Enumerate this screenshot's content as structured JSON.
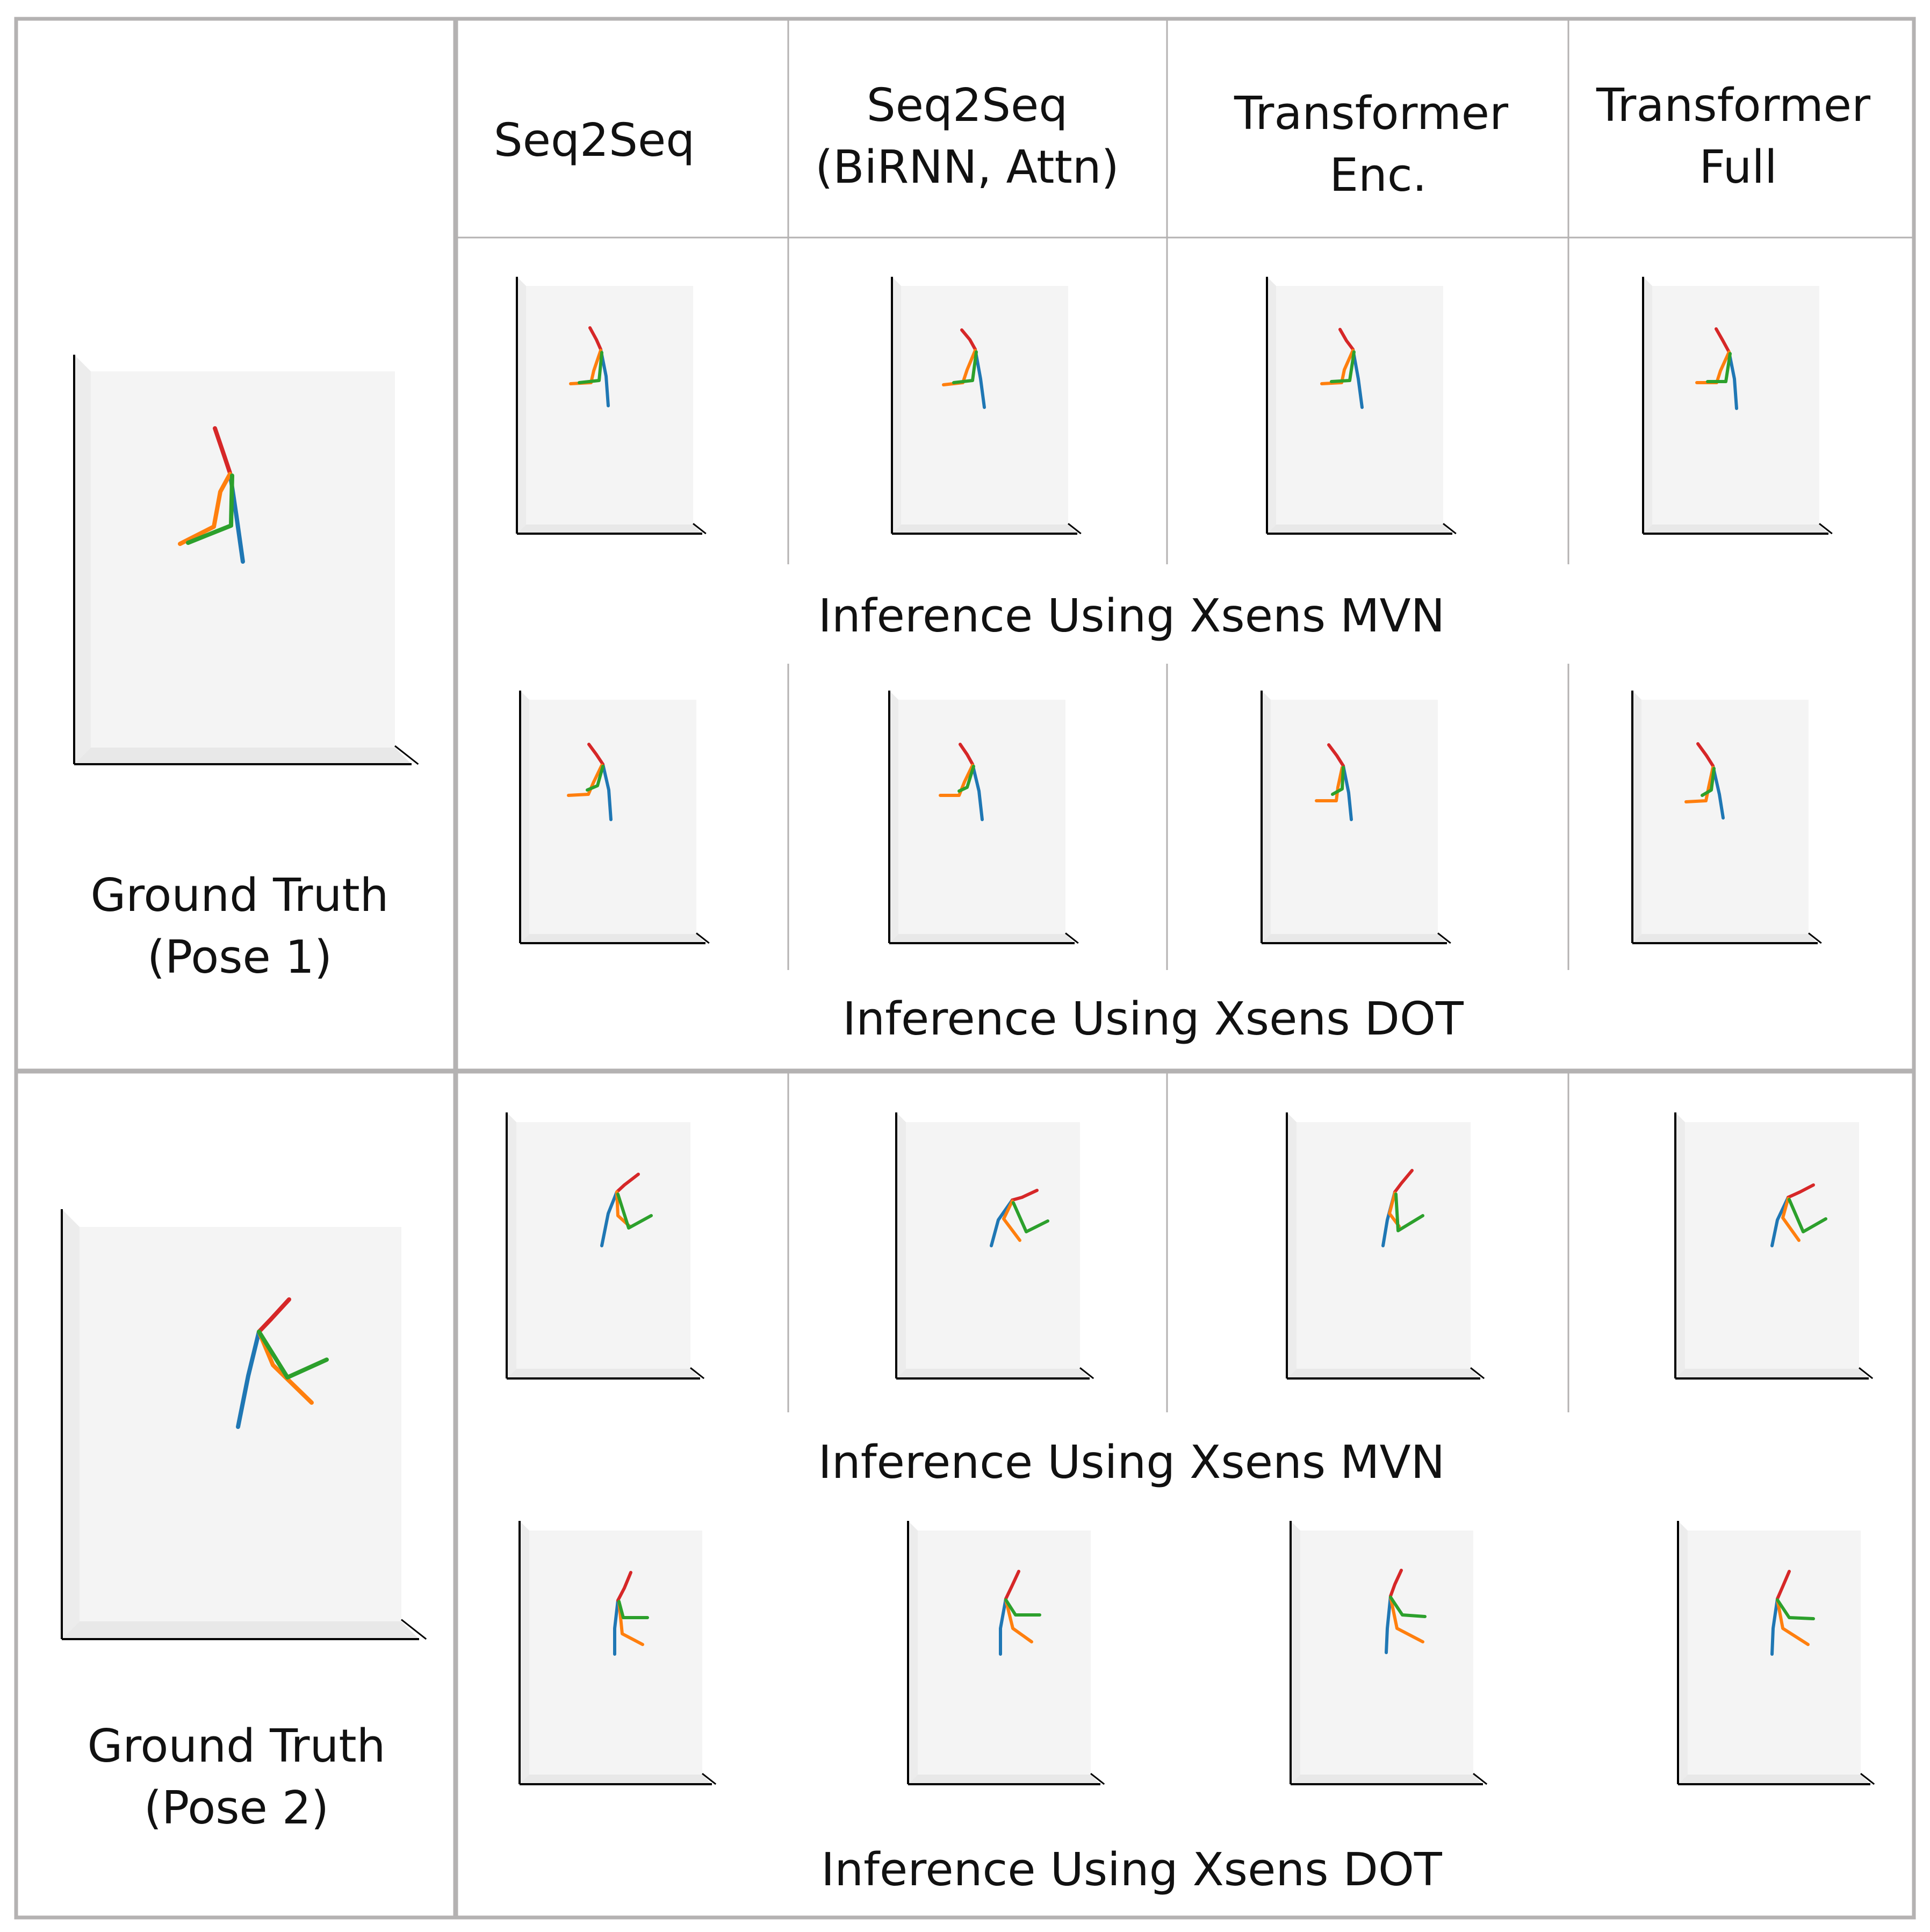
{
  "columns": [
    [
      "Seq2Seq"
    ],
    [
      "Seq2Seq",
      "(BiRNN, Attn)"
    ],
    [
      "Transformer",
      "Enc."
    ],
    [
      "Transformer",
      "Full"
    ]
  ],
  "ground_truth": [
    {
      "line1": "Ground Truth",
      "line2": "(Pose 1)"
    },
    {
      "line1": "Ground Truth",
      "line2": "(Pose 2)"
    }
  ],
  "row_labels": {
    "mvn": "Inference Using Xsens MVN",
    "dot": "Inference Using Xsens DOT"
  },
  "colors": {
    "blue": "#1f77b4",
    "orange": "#ff7f0e",
    "green": "#2ca02c",
    "red": "#d62728",
    "grid": "#b4b2b2",
    "pane": "#f4f4f4"
  }
}
